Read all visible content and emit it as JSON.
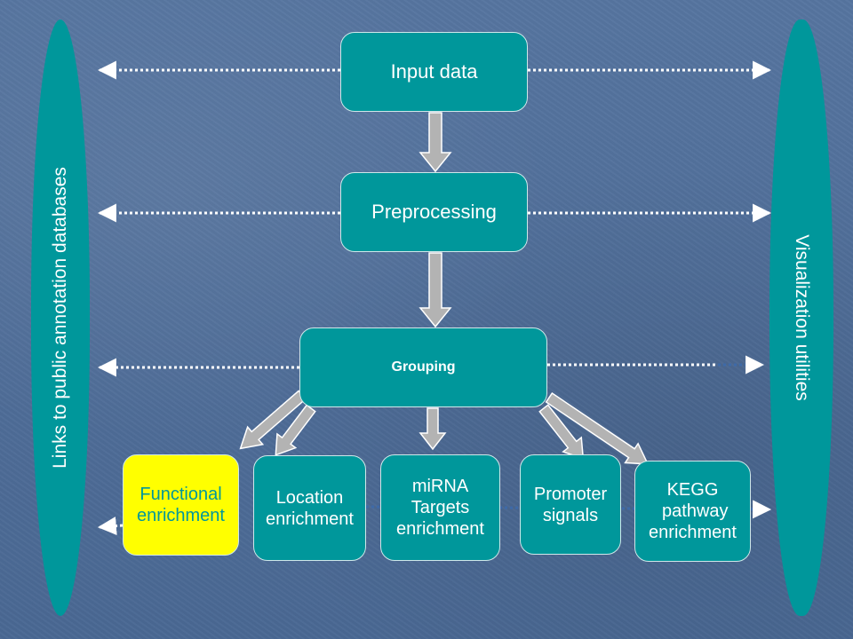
{
  "left_bar": {
    "label": "Links to public annotation databases"
  },
  "right_bar": {
    "label": "Visualization utilities"
  },
  "nodes": {
    "input": "Input data",
    "preprocessing": "Preprocessing",
    "grouping": "Grouping"
  },
  "leaves": [
    {
      "lines": [
        "Functional",
        "enrichment"
      ]
    },
    {
      "lines": [
        "Location",
        "enrichment"
      ]
    },
    {
      "lines": [
        "miRNA",
        "Targets",
        "enrichment"
      ]
    },
    {
      "lines": [
        "Promoter",
        "signals"
      ]
    },
    {
      "lines": [
        "KEGG",
        " pathway",
        "enrichment"
      ]
    }
  ],
  "colors": {
    "background": "#4f6f9a",
    "teal": "#00979b",
    "highlight": "#ffff00",
    "arrow_fill": "#b3b3b3",
    "dotted_line": "#ffffff"
  }
}
